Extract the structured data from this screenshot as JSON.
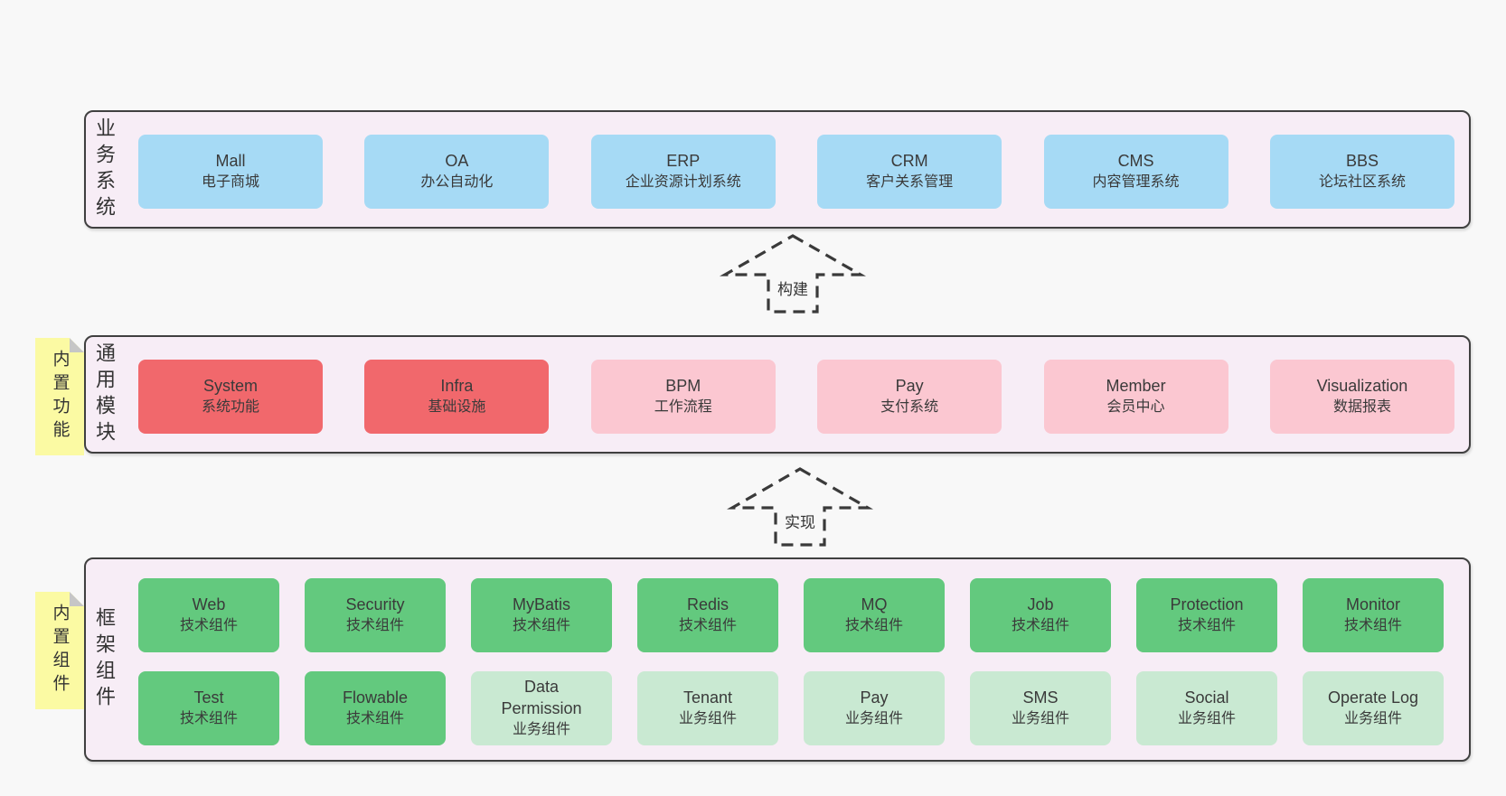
{
  "colors": {
    "page_bg": "#f8f8f8",
    "container_bg": "#f7edf6",
    "container_border": "#404040",
    "blue": "#a6daf5",
    "red": "#f1686c",
    "pink": "#fbc7d1",
    "green": "#63c97e",
    "light_green": "#c9e9d2",
    "note_yellow": "#fbfaa3",
    "note_fold_gray": "#c6c6c6",
    "text": "#3a3a3a"
  },
  "arrows": {
    "build": "构建",
    "implement": "实现"
  },
  "layers": {
    "business": {
      "side_label": "业务系统",
      "boxes": [
        {
          "en": "Mall",
          "zh": "电子商城"
        },
        {
          "en": "OA",
          "zh": "办公自动化"
        },
        {
          "en": "ERP",
          "zh": "企业资源计划系统"
        },
        {
          "en": "CRM",
          "zh": "客户关系管理"
        },
        {
          "en": "CMS",
          "zh": "内容管理系统"
        },
        {
          "en": "BBS",
          "zh": "论坛社区系统"
        }
      ]
    },
    "modules": {
      "side_label": "通用模块",
      "note": "内置功能",
      "boxes": [
        {
          "en": "System",
          "zh": "系统功能"
        },
        {
          "en": "Infra",
          "zh": "基础设施"
        },
        {
          "en": "BPM",
          "zh": "工作流程"
        },
        {
          "en": "Pay",
          "zh": "支付系统"
        },
        {
          "en": "Member",
          "zh": "会员中心"
        },
        {
          "en": "Visualization",
          "zh": "数据报表"
        }
      ]
    },
    "components": {
      "side_label": "框架组件",
      "note": "内置组件",
      "row1": [
        {
          "en": "Web",
          "zh": "技术组件"
        },
        {
          "en": "Security",
          "zh": "技术组件"
        },
        {
          "en": "MyBatis",
          "zh": "技术组件"
        },
        {
          "en": "Redis",
          "zh": "技术组件"
        },
        {
          "en": "MQ",
          "zh": "技术组件"
        },
        {
          "en": "Job",
          "zh": "技术组件"
        },
        {
          "en": "Protection",
          "zh": "技术组件"
        },
        {
          "en": "Monitor",
          "zh": "技术组件"
        }
      ],
      "row2": [
        {
          "en": "Test",
          "zh": "技术组件"
        },
        {
          "en": "Flowable",
          "zh": "技术组件"
        },
        {
          "en": "Data Permission",
          "zh": "业务组件"
        },
        {
          "en": "Tenant",
          "zh": "业务组件"
        },
        {
          "en": "Pay",
          "zh": "业务组件"
        },
        {
          "en": "SMS",
          "zh": "业务组件"
        },
        {
          "en": "Social",
          "zh": "业务组件"
        },
        {
          "en": "Operate Log",
          "zh": "业务组件"
        }
      ]
    }
  }
}
